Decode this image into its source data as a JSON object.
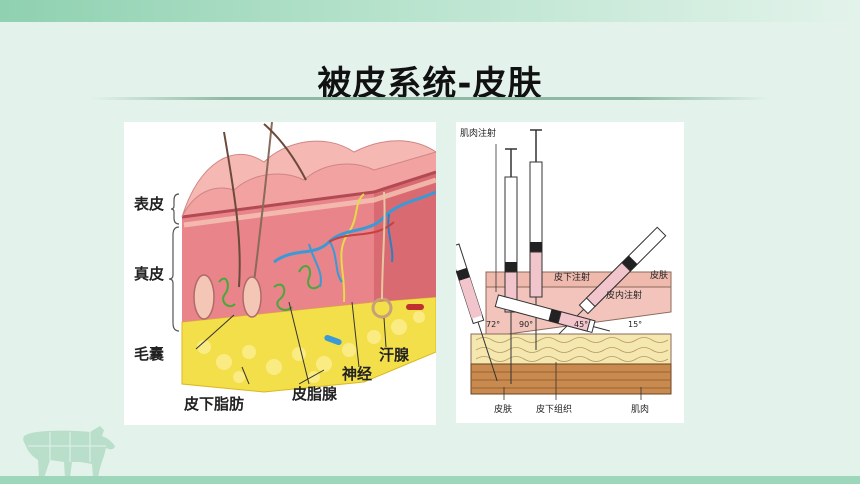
{
  "slide": {
    "title": "被皮系统-皮肤",
    "colors": {
      "accent": "#8fd1b1",
      "background": "#e3f3eb"
    }
  },
  "skin_diagram": {
    "labels": {
      "epidermis": "表皮",
      "dermis": "真皮",
      "hair_follicle": "毛囊",
      "subcutaneous_fat": "皮下脂肪",
      "sebaceous_gland": "皮脂腺",
      "nerve": "神经",
      "sweat_gland": "汗腺"
    }
  },
  "injection_diagram": {
    "labels": {
      "intramuscular": "肌肉注射",
      "subcutaneous": "皮下注射",
      "skin": "皮肤",
      "intradermal": "皮内注射",
      "angle_72": "72°",
      "angle_90": "90°",
      "angle_45": "45°",
      "angle_15": "15°",
      "bottom_skin": "皮肤",
      "bottom_subcutaneous": "皮下组织",
      "bottom_muscle": "肌肉"
    }
  },
  "decor": {
    "icon": "cow-silhouette-icon"
  }
}
